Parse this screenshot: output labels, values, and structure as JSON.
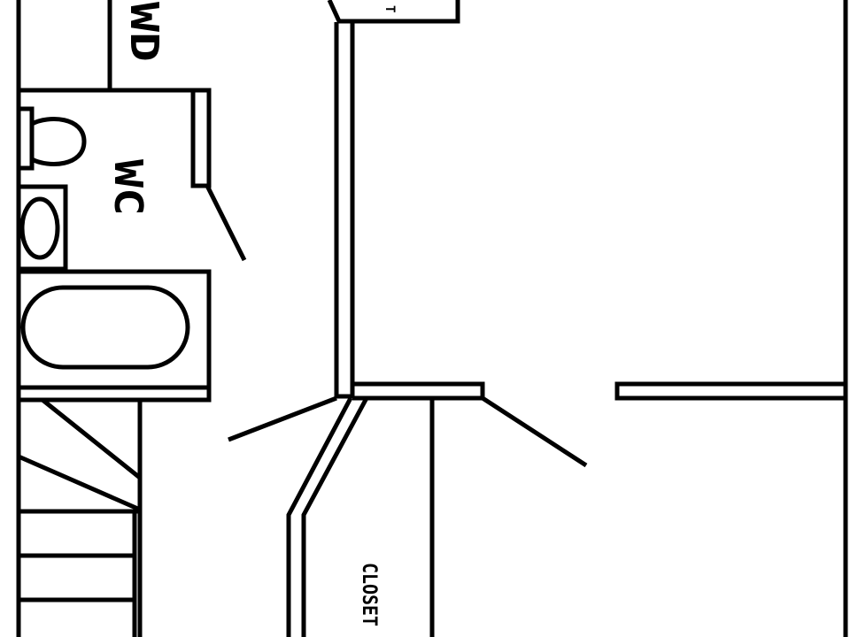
{
  "labels": {
    "washer_dryer": "WD",
    "water_closet": "WC",
    "closet": "CLOSET",
    "partial_top": "T"
  }
}
